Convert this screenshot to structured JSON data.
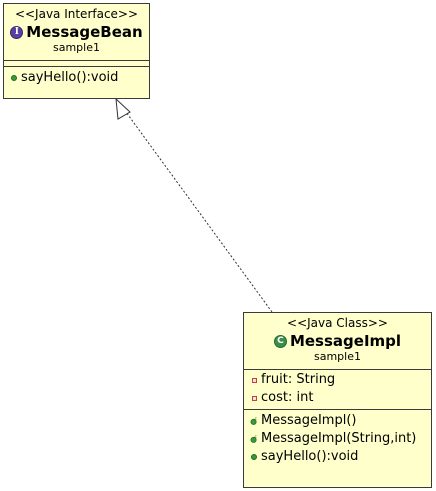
{
  "interface_box": {
    "stereotype": "<<Java Interface>>",
    "name": "MessageBean",
    "icon": "interface-icon",
    "package": "sample1",
    "attributes": [],
    "operations": [
      {
        "text": "sayHello():void",
        "icon": "public-method-icon"
      }
    ]
  },
  "class_box": {
    "stereotype": "<<Java Class>>",
    "name": "MessageImpl",
    "icon": "class-icon",
    "package": "sample1",
    "attributes": [
      {
        "text": "fruit: String",
        "icon": "private-field-icon"
      },
      {
        "text": "cost: int",
        "icon": "private-field-icon"
      }
    ],
    "operations": [
      {
        "text": "MessageImpl()",
        "icon": "constructor-icon"
      },
      {
        "text": "MessageImpl(String,int)",
        "icon": "constructor-icon"
      },
      {
        "text": "sayHello():void",
        "icon": "public-method-icon"
      }
    ]
  },
  "relationship": {
    "type": "realization",
    "from": "MessageImpl",
    "to": "MessageBean"
  },
  "colors": {
    "box_fill": "#ffffcc",
    "border": "#3a3a3a",
    "interface_badge": "#5a3fa0",
    "class_badge": "#3b8e4a",
    "public_marker": "#3a9a3a",
    "private_marker": "#c04040"
  }
}
